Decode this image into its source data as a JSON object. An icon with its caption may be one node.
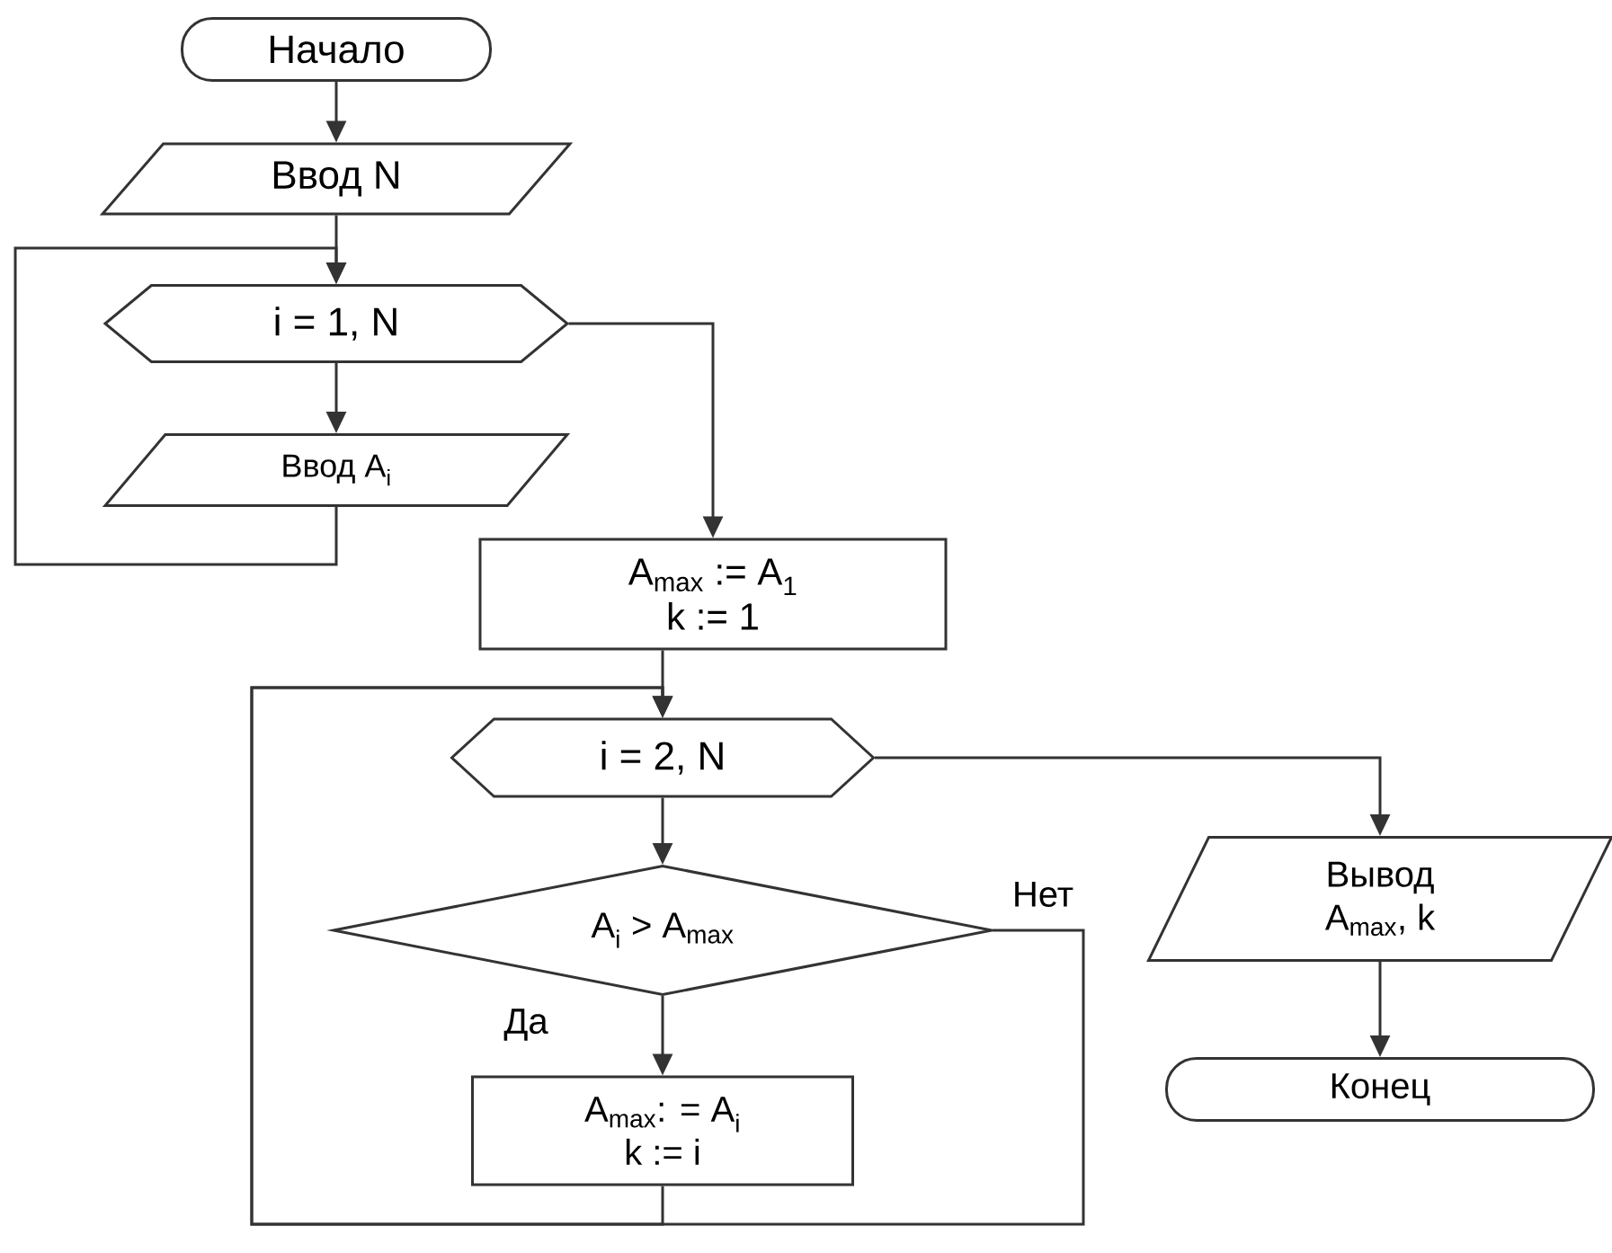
{
  "diagram": {
    "nodes": [
      {
        "text": [
          "Начало"
        ]
      },
      {
        "text": [
          "Ввод N"
        ]
      },
      {
        "text": [
          "i = 1, N"
        ]
      },
      {
        "text": [
          "Ввод  A$_{i}$"
        ]
      },
      {
        "text": [
          "A$_{max}$ := A$_{1}$",
          "k := 1"
        ]
      },
      {
        "text": [
          "i = 2, N"
        ]
      },
      {
        "text": [
          "A$_{i}$  > A$_{max}$"
        ]
      },
      {
        "text": [
          "A$_{max}$: = A$_{i}$",
          "k := i"
        ]
      },
      {
        "text": [
          "Вывод",
          "A$_{max}$, k"
        ]
      },
      {
        "text": [
          "Конец"
        ]
      }
    ],
    "edges": [
      {
        "from": 0,
        "to": 1,
        "arrow": "to"
      },
      {
        "from": 1,
        "to": 2,
        "arrow": "to"
      },
      {
        "from": 2,
        "to": 3,
        "arrow": "to"
      },
      {
        "from": 3,
        "to": 2,
        "arrow": "to"
      },
      {
        "from": 2,
        "to": 4,
        "arrow": "to"
      },
      {
        "from": 4,
        "to": 5,
        "arrow": "to"
      },
      {
        "from": 5,
        "to": 6,
        "arrow": "to"
      },
      {
        "from": 6,
        "to": 7,
        "label": "Да",
        "arrow": "to"
      },
      {
        "from": 7,
        "to": 5,
        "arrow": "to"
      },
      {
        "from": 6,
        "to": 5,
        "label": "Нет",
        "arrow": "to"
      },
      {
        "from": 5,
        "to": 8,
        "arrow": "to"
      },
      {
        "from": 8,
        "to": 9,
        "arrow": "to"
      }
    ]
  }
}
